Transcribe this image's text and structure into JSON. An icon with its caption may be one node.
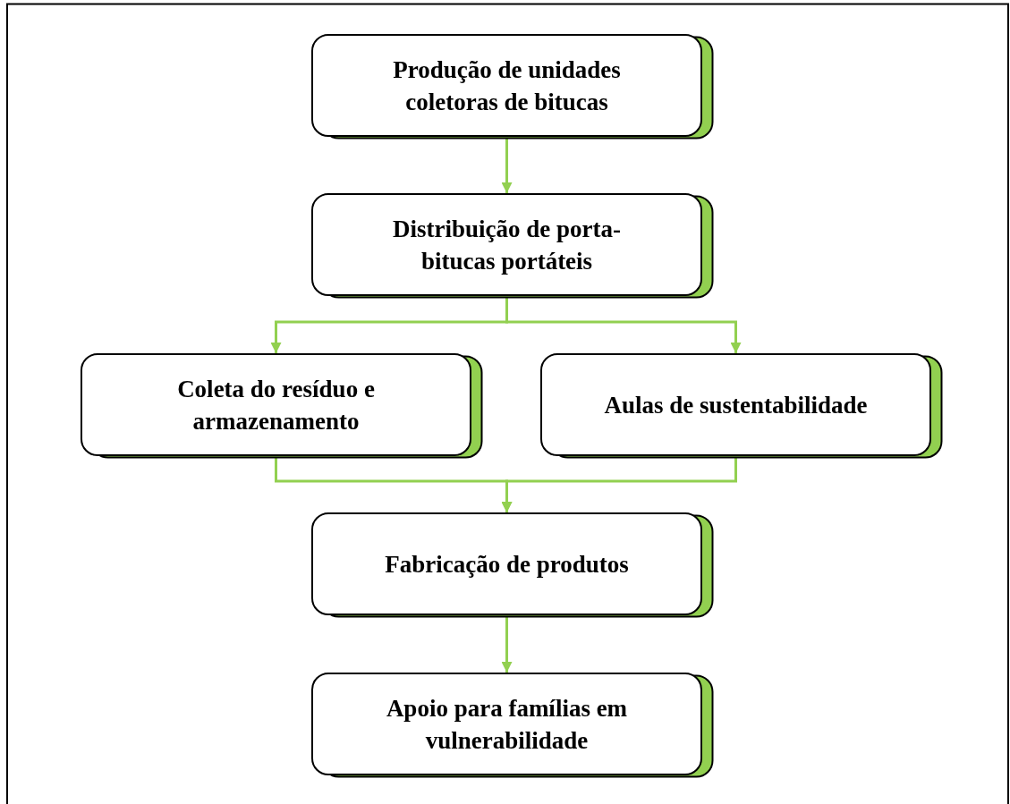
{
  "diagram": {
    "nodes": [
      {
        "text": [
          "Produção de unidades coletoras de bitucas"
        ]
      },
      {
        "text": [
          "Distribuição de porta-bitucas portáteis"
        ]
      },
      {
        "text": [
          "Coleta do resíduo e armazenamento"
        ]
      },
      {
        "text": [
          "Aulas de sustentabilidade"
        ]
      },
      {
        "text": [
          "Fabricação de produtos"
        ]
      },
      {
        "text": [
          "Apoio para famílias em vulnerabilidade"
        ]
      }
    ],
    "edges": [
      {
        "from": 0,
        "to": 1,
        "arrow": "to"
      },
      {
        "from": 1,
        "to": 2,
        "arrow": "to"
      },
      {
        "from": 1,
        "to": 3,
        "arrow": "to"
      },
      {
        "from": 2,
        "to": 4,
        "arrow": "to"
      },
      {
        "from": 3,
        "to": 4,
        "arrow": "to"
      },
      {
        "from": 4,
        "to": 5,
        "arrow": "to"
      }
    ]
  }
}
